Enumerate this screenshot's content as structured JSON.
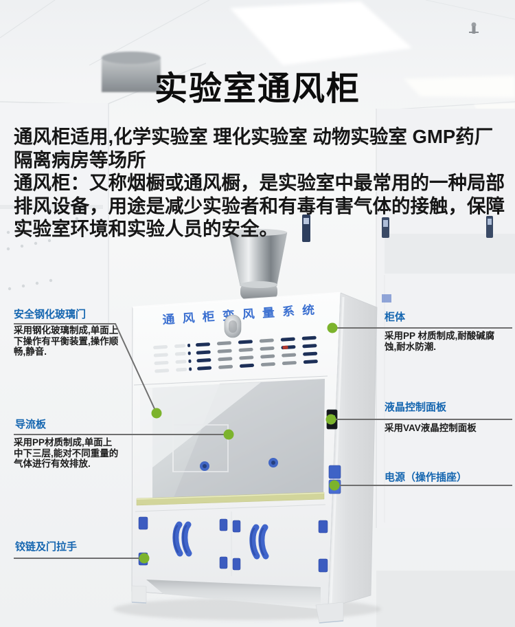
{
  "page": {
    "title": "实验室通风柜"
  },
  "intro": {
    "p1": "通风柜适用,化学实验室 理化实验室 动物实验室 GMP药厂 隔离病房等场所",
    "p2": "通风柜：又称烟橱或通风橱，是实验室中最常用的一种局部排风设备，用途是减少实验者和有毒有害气体的接触，保障实验室环境和实验人员的安全。"
  },
  "product": {
    "panel_text": "通 风 柜 变 风 量 系 统"
  },
  "callouts": {
    "left": [
      {
        "title": "安全钢化玻璃门",
        "desc": "采用钢化玻璃制成,单面上下操作有平衡装置,操作顺畅,静音."
      },
      {
        "title": "导流板",
        "desc": "采用PP材质制成,单面上中下三层,能对不同重量的气体进行有效排放."
      },
      {
        "title": "铰链及门拉手",
        "desc": ""
      }
    ],
    "right": [
      {
        "title": "柜体",
        "desc": "采用PP 材质制成,耐酸碱腐蚀,耐水防潮."
      },
      {
        "title": "液晶控制面板",
        "desc": "采用VAV液晶控制面板"
      },
      {
        "title": "电源（操作插座）",
        "desc": ""
      }
    ]
  },
  "colors": {
    "accent_blue": "#1566b0",
    "callout_dot_green": "#7cb32d",
    "callout_line_gray": "#6f6f6f",
    "cabinet_brand_blue": "#3a6fd0",
    "louver_navy": "#1d3058",
    "hardware_blue": "#3f63c6",
    "worktop_strip_green": "#d2d59b",
    "text_black": "#141414"
  }
}
